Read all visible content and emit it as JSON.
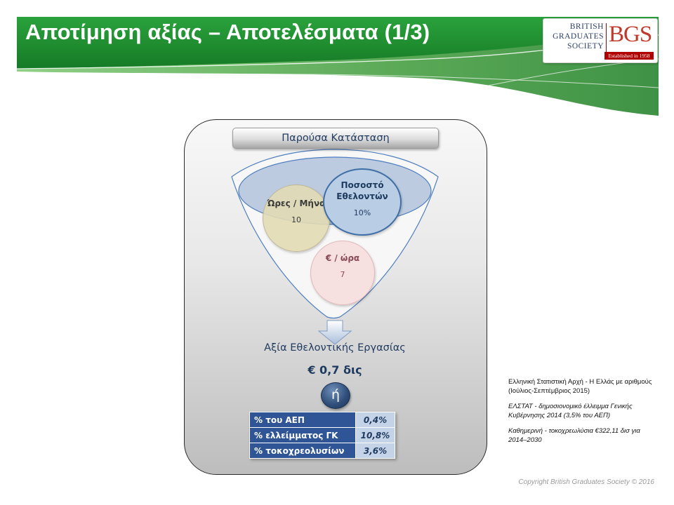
{
  "slide": {
    "title": "Αποτίμηση αξίας – Αποτελέσματα (1/3)",
    "colors": {
      "header_green": "#1e8a2e",
      "light_green": "#5fae5a",
      "navy": "#1f3a5f",
      "table_blue": "#2f5597",
      "table_value_bg": "#c5d3e8"
    }
  },
  "logo": {
    "text": "BRITISH\nGRADUATES\nSOCIETY",
    "mark": "BGS",
    "established": "Established in 1958"
  },
  "status": {
    "label": "Παρούσα Κατάσταση"
  },
  "funnel": {
    "circles": [
      {
        "label": "Ώρες / Μήνα",
        "value": "10"
      },
      {
        "label": "Ποσοστό Εθελοντών",
        "value": "10%"
      },
      {
        "label": "€ / ώρα",
        "value": "7"
      }
    ]
  },
  "result": {
    "title": "Αξία Εθελοντικής Εργασίας",
    "amount": "€ 0,7 δις",
    "or_label": "ή"
  },
  "metrics": [
    {
      "label": "% του ΑΕΠ",
      "value": "0,4%"
    },
    {
      "label": "% ελλείμματος ΓΚ",
      "value": "10,8%"
    },
    {
      "label": "% τοκοχρεολυσίων",
      "value": "3,6%"
    }
  ],
  "sources": [
    "Ελληνική Στατιστική Αρχή - Η Ελλάς με αριθμούς (Ιούλιος-Σεπτέμβριος 2015)",
    "ΕΛΣΤΑΤ - δημοσιονομικό έλλειμμα Γενικής Κυβέρνησης 2014 (3,5% του ΑΕΠ)",
    "Καθημερινή - τοκοχρεωλύσια €322,11 δισ για 2014–2030"
  ],
  "footer": {
    "copyright": "Copyright British Graduates Society © 2016"
  }
}
